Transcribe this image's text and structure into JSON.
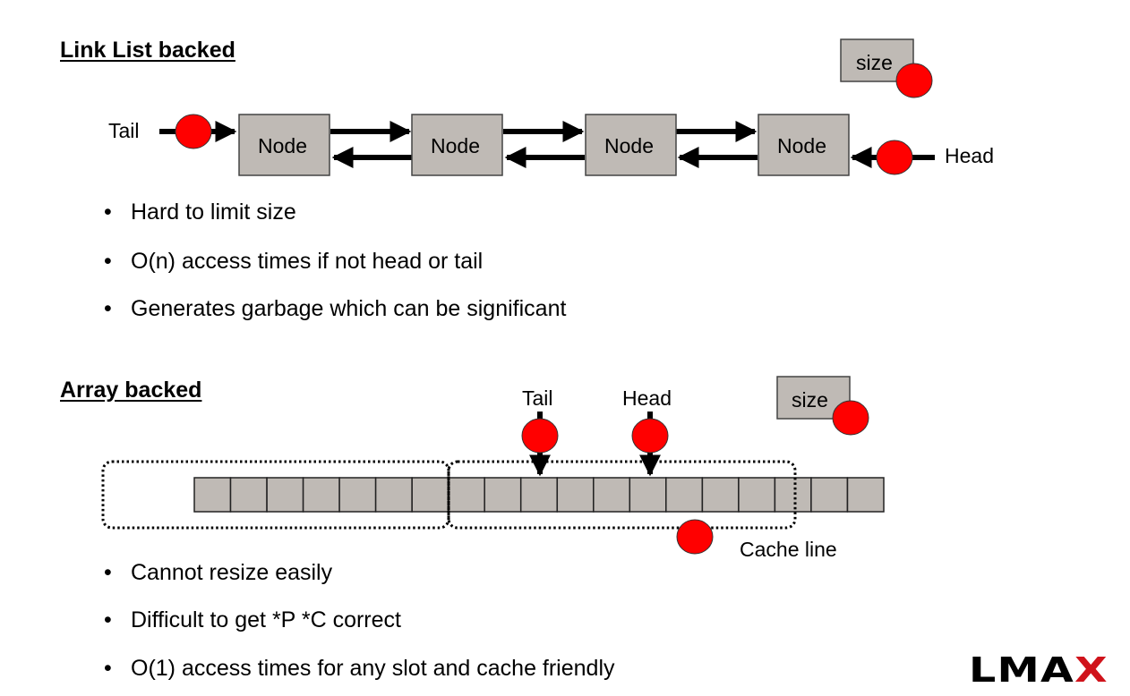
{
  "linked_list": {
    "heading": "Link List backed",
    "tail_label": "Tail",
    "head_label": "Head",
    "size_label": "size",
    "nodes": [
      "Node",
      "Node",
      "Node",
      "Node"
    ],
    "bullets": [
      "Hard to limit size",
      "O(n) access times if not head or tail",
      "Generates garbage which can be significant"
    ]
  },
  "array": {
    "heading": "Array backed",
    "tail_label": "Tail",
    "head_label": "Head",
    "size_label": "size",
    "cache_line_label": "Cache line",
    "slot_count": 19,
    "bullets": [
      "Cannot resize easily",
      "Difficult to get *P *C correct",
      "O(1) access times for any slot and cache friendly"
    ]
  },
  "bullet_glyph": "•",
  "logo": {
    "text_main": "LMA",
    "text_accent": "X"
  },
  "colors": {
    "node_fill": "#bfbab5",
    "marker_red": "#ff0000",
    "logo_accent": "#d0131b"
  }
}
